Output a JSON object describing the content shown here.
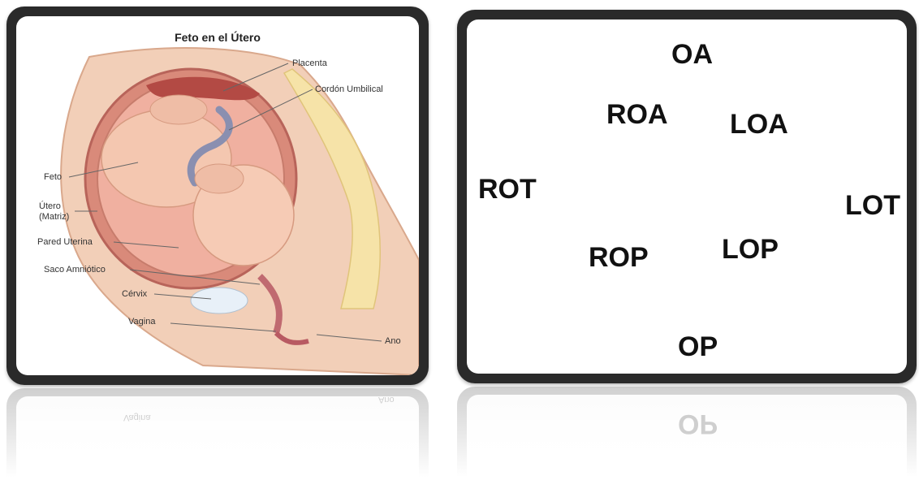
{
  "anatomy": {
    "title": "Feto en el Útero",
    "labels": {
      "placenta": "Placenta",
      "cordon": "Cordón Umbilical",
      "feto": "Feto",
      "utero": "Útero (Matriz)",
      "pared": "Pared Uterina",
      "saco": "Saco Amniótico",
      "cervix": "Cérvix",
      "vagina": "Vagina",
      "ano": "Ano"
    }
  },
  "positions": {
    "oa": "OA",
    "roa": "ROA",
    "loa": "LOA",
    "rot": "ROT",
    "lot": "LOT",
    "rop": "ROP",
    "lop": "LOP",
    "op": "OP"
  }
}
